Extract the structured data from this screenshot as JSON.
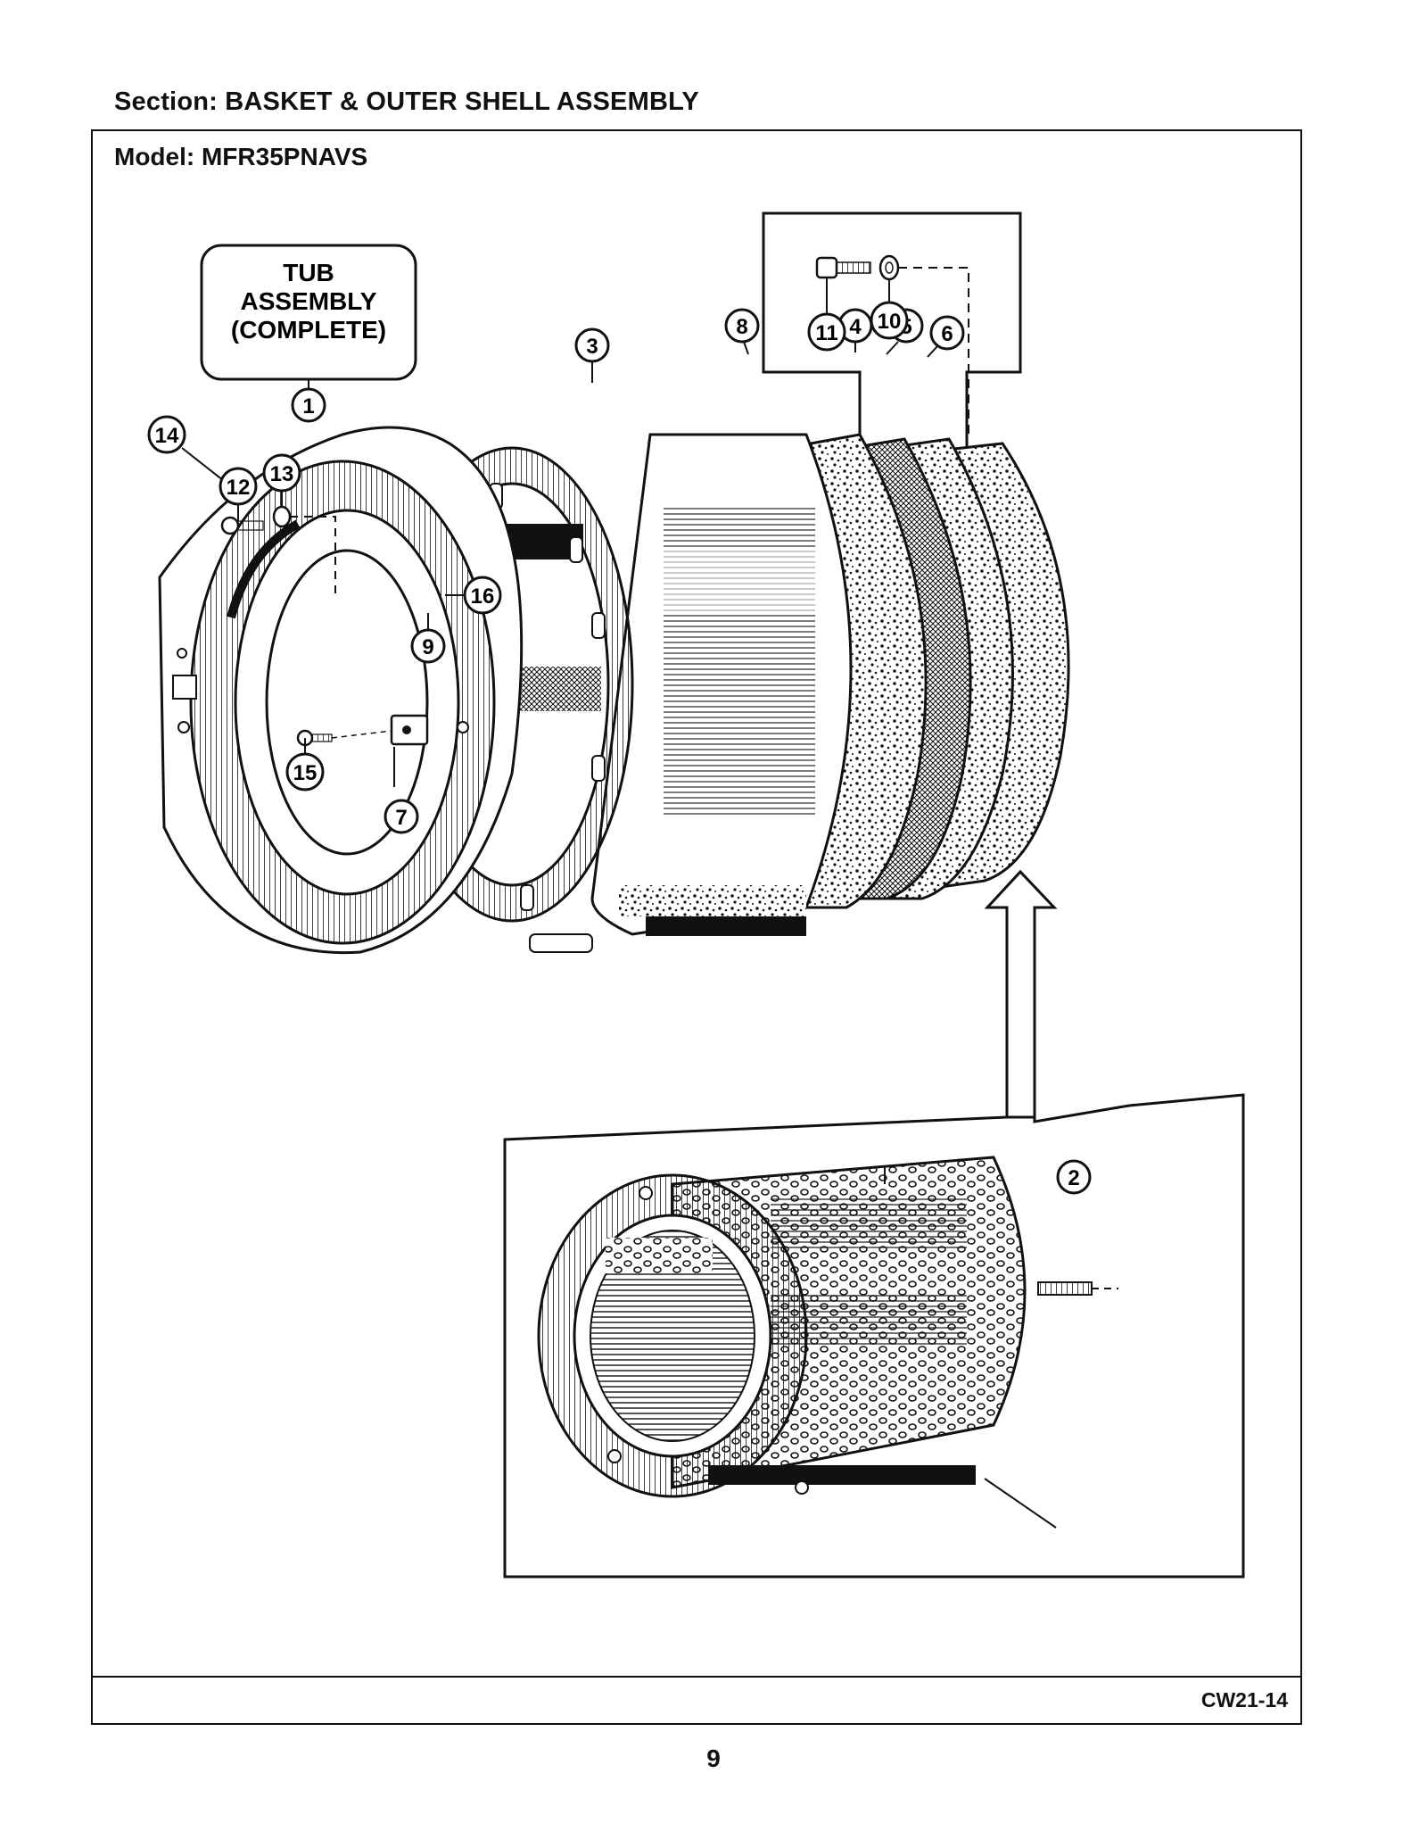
{
  "header": {
    "section": "Section:  BASKET & OUTER SHELL ASSEMBLY",
    "model": "Model:  MFR35PNAVS"
  },
  "tub_label": {
    "lines": [
      "TUB",
      "ASSEMBLY",
      "(COMPLETE)"
    ],
    "callout": "1"
  },
  "callouts": [
    "1",
    "2",
    "3",
    "4",
    "5",
    "6",
    "7",
    "8",
    "9",
    "10",
    "11",
    "12",
    "13",
    "14",
    "15",
    "16"
  ],
  "footer": {
    "code": "CW21-14",
    "page": "9"
  }
}
